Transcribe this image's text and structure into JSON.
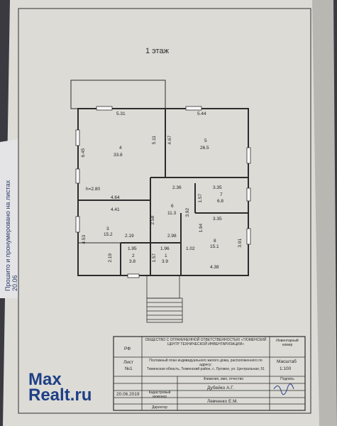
{
  "page": {
    "floor_title": "1 этаж",
    "left_edge_1": "Прошито и пронумеровано на",
    "left_edge_2": "листах",
    "left_edge_3": "20.06"
  },
  "plan": {
    "rooms": [
      {
        "number": "4",
        "area": "33.8"
      },
      {
        "number": "5",
        "area": "26.5"
      },
      {
        "number": "6",
        "area": "11.3"
      },
      {
        "number": "7",
        "area": "6.8"
      },
      {
        "number": "8",
        "area": "15.1"
      },
      {
        "number": "1",
        "area": "3.9"
      },
      {
        "number": "2",
        "area": "3.8"
      },
      {
        "number": "3",
        "area": "15.2"
      }
    ],
    "dims": [
      "5.31",
      "5.44",
      "6.45",
      "5.11",
      "4.67",
      "h=2.80",
      "4.64",
      "2.36",
      "3.35",
      "1.57",
      "3.92",
      "3.35",
      "4.41",
      "2.58",
      "2.19",
      "4.53",
      "1.94",
      "3.91",
      "2.98",
      "1.95",
      "1.96",
      "1.02",
      "2.19",
      "1.57",
      "4.38"
    ]
  },
  "title_block": {
    "rf": "РФ",
    "org": "ОБЩЕСТВО С ОГРАНИЧЕННОЙ ОТВЕТСТВЕННОСТЬЮ «ТЮМЕНСКИЙ ЦЕНТР ТЕХНИЧЕСКОЙ ИНВЕНТАРИЗАЦИИ»",
    "inv_label": "Инвентарный номер",
    "sheet_label": "Лист",
    "sheet_no": "№1",
    "desc": "Поэтажный план индивидуального жилого дома, расположенного по адресу:",
    "addr": "Тюменская область, Тюменский район, с. Луговое, ул. Центральная, 51",
    "scale_label": "Масштаб",
    "scale": "1:100",
    "col_surname": "Фамилия, имя, отчество",
    "col_sign": "Подпись",
    "date": "20.06.2019",
    "role1": "Кадастровый инженер",
    "name1": "Дубейко А.Г.",
    "role2": "Директор",
    "name2": "Левченко Е.М."
  },
  "watermark": {
    "line1": "Max",
    "line2": "Realt.ru"
  }
}
